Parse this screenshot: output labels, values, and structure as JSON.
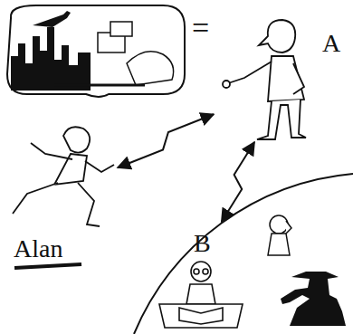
{
  "diagram": {
    "nodes": [
      {
        "text": [
          "A"
        ]
      },
      {
        "text": [
          "Alan"
        ]
      },
      {
        "text": [
          "B"
        ]
      }
    ],
    "edges": [
      {
        "from": 0,
        "to": 1,
        "arrow": "both"
      },
      {
        "from": 0,
        "to": 2,
        "arrow": "both"
      }
    ],
    "labels": [
      "="
    ]
  }
}
